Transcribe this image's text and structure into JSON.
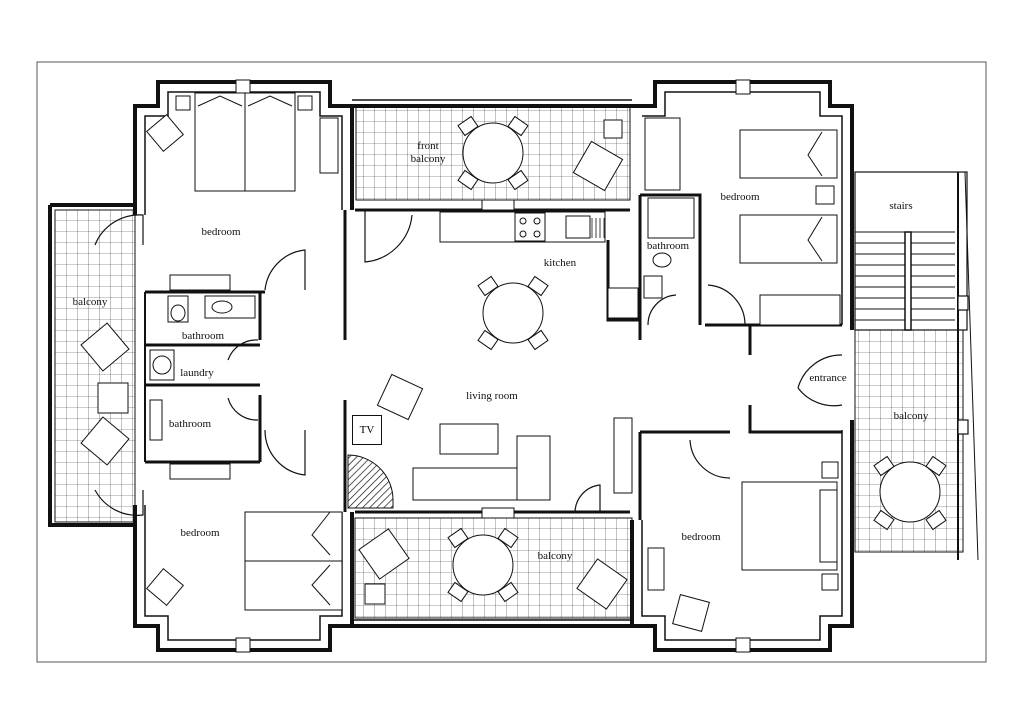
{
  "labels": {
    "front_balcony": "front\nbalcony",
    "bedroom_top_left": "bedroom",
    "bedroom_top_right": "bedroom",
    "bedroom_bottom_left": "bedroom",
    "bedroom_bottom_right": "bedroom",
    "kitchen": "kitchen",
    "bathroom_right": "bathroom",
    "bathroom_left_top": "bathroom",
    "bathroom_left_bottom": "bathroom",
    "laundry": "laundry",
    "balcony_left": "balcony",
    "balcony_bottom": "balcony",
    "balcony_right": "balcony",
    "living_room": "living room",
    "entrance": "entrance",
    "stairs": "stairs",
    "tv": "TV"
  }
}
